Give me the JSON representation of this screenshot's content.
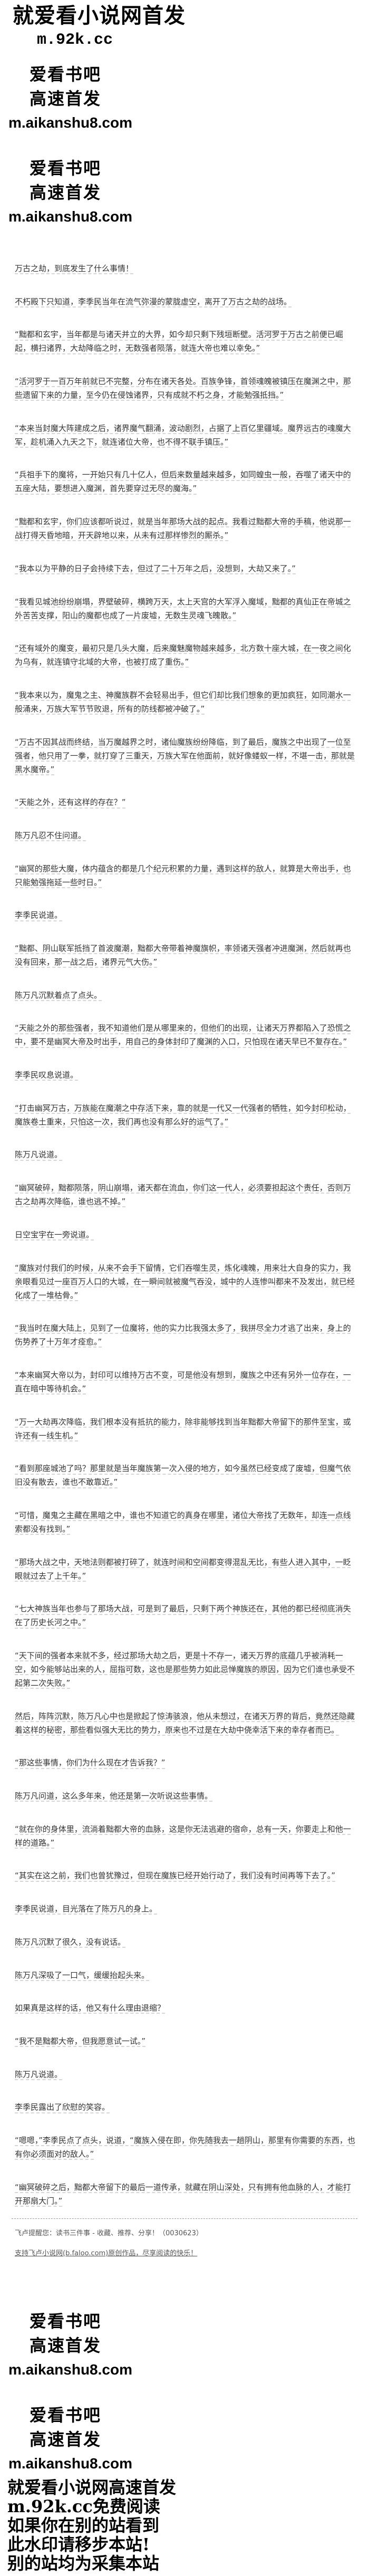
{
  "watermark_top": {
    "line1": "就爱看小说网首发",
    "line2": "m.92k.cc"
  },
  "promo_blocks": [
    {
      "name": "爱看书吧",
      "slogan": "高速首发",
      "url": "m.aikanshu8.com"
    },
    {
      "name": "爱看书吧",
      "slogan": "高速首发",
      "url": "m.aikanshu8.com"
    },
    {
      "name": "爱看书吧",
      "slogan": "高速首发",
      "url": "m.aikanshu8.com"
    },
    {
      "name": "爱看书吧",
      "slogan": "高速首发",
      "url": "m.aikanshu8.com"
    }
  ],
  "chapter": {
    "paragraphs": [
      "万古之劫，到底发生了什么事情！",
      "不朽殿下只知道，李季民当年在流气弥漫的蒙胧虚空，离开了万古之劫的战场。",
      "“黜都和玄宇，当年都是与诸天并立的大界，如今却只剩下残垣断壁。活河罗于万古之前便已崛起，横扫诸界，大劫降临之时，无数强者陨落，就连大帝也难以幸免。”",
      "“活河罗于一百万年前就已不完整，分布在诸天各处。百族争锋，首领魂魄被镇压在魔渊之中，那些遗留下来的力量，至今仍在侵蚀诸界，只有成就不朽之身，才能勉强抵挡。”",
      "“本来当封魔大阵建成之后，诸界魔气翻涌，波动剧烈，占据了上百亿里疆域。魔界远古的魂魔大军，趁机涌入九天之下，就连诸位大帝，也不得不联手镇压。”",
      "“兵祖手下的魔将，一开始只有几十亿人，但后来数量越来越多，如同蝗虫一般，吞噬了诸天中的五座大陆，要想进入魔渊，首先要穿过无尽的魔海。”",
      "“黜都和玄宇，你们应该都听说过，就是当年那场大战的起点。我看过黜都大帝的手稿，他说那一战打得天昏地暗，开天辟地以来，从未有过那样惨烈的厮杀。”",
      "“我本以为平静的日子会持续下去，但过了二十万年之后，没想到，大劫又来了。”",
      "“我看见城池纷纷崩塌，界壁破碎，横跨万天，太上天宫的大军浮入魔域，黜都的真仙正在帝城之外苦苦支撑，阳山的魔都也成了一片废墟，无数生灵魂飞魄散。”",
      "“还有域外的魔变，最初只是几头大魔，后来魔魅魔物越来越多，北方数十座大城，在一夜之间化为乌有，就连镇守北域的大帝，也被打成了重伤。”",
      "“我本来以为，魔鬼之主、神魔族群不会轻易出手，但它们却比我们想象的更加疯狂，如同潮水一般涌来，万族大军节节败退，所有的防线都被冲破了。”",
      "“万古不因其战而终结，当万魔越界之时，诸仙魔族纷纷降临，到了最后，魔族之中出现了一位至强者，他只用了一拳，就打穿了三重天，万族大军在他面前，就好像蝼蚁一样，不堪一击，那就是黑水魔帝。”",
      "“天能之外，还有这样的存在？”",
      "陈万凡忍不住问道。",
      "“幽冥的那些大魔，体内蕴含的都是几个纪元积累的力量，遇到这样的敌人，就算是大帝出手，也只能勉强拖延一些时日。”",
      "李季民说道。",
      "“黜都、阴山联军抵挡了首波魔潮，黜都大帝带着神魔旗帜，率领诸天强者冲进魔渊，然后就再也没有回来，那一战之后，诸界元气大伤。”",
      "陈万凡沉默着点了点头。",
      "“天能之外的那些强者，我不知道他们是从哪里来的，但他们的出现，让诸天万界都陷入了恐慌之中，要不是幽冥大帝及时出手，用自己的身体封印了魔渊的入口，只怕现在诸天早已不复存在。”",
      "李季民叹息说道。",
      "“打击幽冥万古，万族能在魔潮之中存活下来，靠的就是一代又一代强者的牺牲，如今封印松动，魔族卷土重来，只怕这一次，我们再也没有那么好的运气了。”",
      "陈万凡说道。",
      "“幽冥破碎，黜都陨落，阴山崩塌，诸天都在流血，你们这一代人，必须要担起这个责任，否则万古之劫再次降临，谁也逃不掉。”",
      "日空宝宇在一旁说道。",
      "“魔族对付我们的时候，从来不会手下留情，它们吞噬生灵，炼化魂魄，用来壮大自身的实力，我亲眼看见过一座百万人口的大城，在一瞬间就被魔气吞没，城中的人连惨叫都来不及发出，就已经化成了一堆枯骨。”",
      "“我当时在魔大陆上，见到了一位魔将，他的实力比我强太多了，我拼尽全力才逃了出来，身上的伤势养了十万年才痊愈。”",
      "“本来幽冥大帝以为，封印可以维持万古不变，可是他没有想到，魔族之中还有另外一位存在，一直在暗中等待机会。”",
      "“万一大劫再次降临，我们根本没有抵抗的能力，除非能够找到当年黜都大帝留下的那件至宝，或许还有一线生机。”",
      "“看到那座城池了吗？那里就是当年魔族第一次入侵的地方，如今虽然已经变成了废墟，但魔气依旧没有散去，谁也不敢靠近。”",
      "“可惜，魔鬼之主藏在黑暗之中，谁也不知道它的真身在哪里，诸位大帝找了无数年，却连一点线索都没有找到。”",
      "“那场大战之中，天地法则都被打碎了，就连时间和空间都变得混乱无比，有些人进入其中，一眨眼就过去了上千年。”",
      "“七大神族当年也参与了那场大战，可是到了最后，只剩下两个神族还在，其他的都已经彻底消失在了历史长河之中。”",
      "“天下间的强者本来就不多，经过那场大劫之后，更是十不存一，诸天万界的底蕴几乎被消耗一空，如今能够站出来的人，屈指可数，这也是那些势力如此忌惮魔族的原因，因为它们谁也承受不起第二次失败。”",
      "然后，阵阵沉默，陈万凡心中也是掀起了惊涛骇浪，他从未想过，在诸天万界的背后，竟然还隐藏着这样的秘密，那些看似强大无比的势力，原来也不过是在大劫中侥幸活下来的幸存者而已。",
      "“那这些事情，你们为什么现在才告诉我？”",
      "陈万凡问道，这么多年来，他还是第一次听说这些事情。",
      "“就在你的身体里，流淌着黜都大帝的血脉，这是你无法逃避的宿命，总有一天，你要走上和他一样的道路。”",
      "“其实在这之前，我们也曾犹豫过，但现在魔族已经开始行动了，我们没有时间再等下去了。”",
      "李季民说道，目光落在了陈万凡的身上。",
      "陈万凡沉默了很久，没有说话。",
      "陈万凡深吸了一口气，缓缓抬起头来。",
      "如果真是这样的话，他又有什么理由退缩？",
      "“我不是黜都大帝，但我愿意试一试。”",
      "陈万凡说道。",
      "李季民露出了欣慰的笑容。",
      "“嗯嗯，”李季民点了点头，说道，“魔族入侵在即，你先随我去一趟阴山，那里有你需要的东西，也有你必须面对的敌人。”",
      "“幽冥破碎之后，黜都大帝留下的最后一道传承，就藏在阴山深处，只有拥有他血脉的人，才能打开那扇大门。”"
    ]
  },
  "footer": {
    "tip": "飞卢提醒您：读书三件事 - 收藏、推荐、分享！（0030623）",
    "support": "支持飞卢小说网(b.faloo.com)原创作品，尽享阅读的快乐！"
  },
  "watermark_bottom": {
    "lines": [
      "就爱看小说网高速首发",
      "m.92k.cc免费阅读",
      "如果你在别的站看到",
      "此水印请移步本站!",
      "别的站均为采集本站"
    ]
  }
}
